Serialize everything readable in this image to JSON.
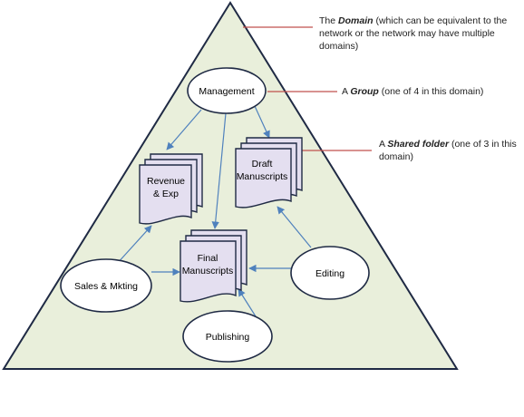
{
  "colors": {
    "pyramid_fill": "#e9efdb",
    "folder_fill": "#e4dff0",
    "node_fill": "#ffffff",
    "outline": "#1f2a44",
    "arrow": "#4f81bd",
    "callout_line": "#c0504d"
  },
  "nodes": {
    "management": "Management",
    "sales": "Sales & Mkting",
    "editing": "Editing",
    "publishing": "Publishing"
  },
  "folders": {
    "revenue": [
      "Revenue",
      "& Exp"
    ],
    "draft": [
      "Draft",
      "Manuscripts"
    ],
    "final": [
      "Final",
      "Manuscripts"
    ]
  },
  "annotations": {
    "domain": {
      "prefix": "The ",
      "term": "Domain",
      "suffix": " (which can be equivalent to the network or the network may have multiple domains)"
    },
    "group": {
      "prefix": "A ",
      "term": "Group",
      "suffix": " (one of 4 in this domain)"
    },
    "shared_folder": {
      "prefix": "A ",
      "term": "Shared folder",
      "suffix": " (one of 3 in this domain)"
    }
  }
}
